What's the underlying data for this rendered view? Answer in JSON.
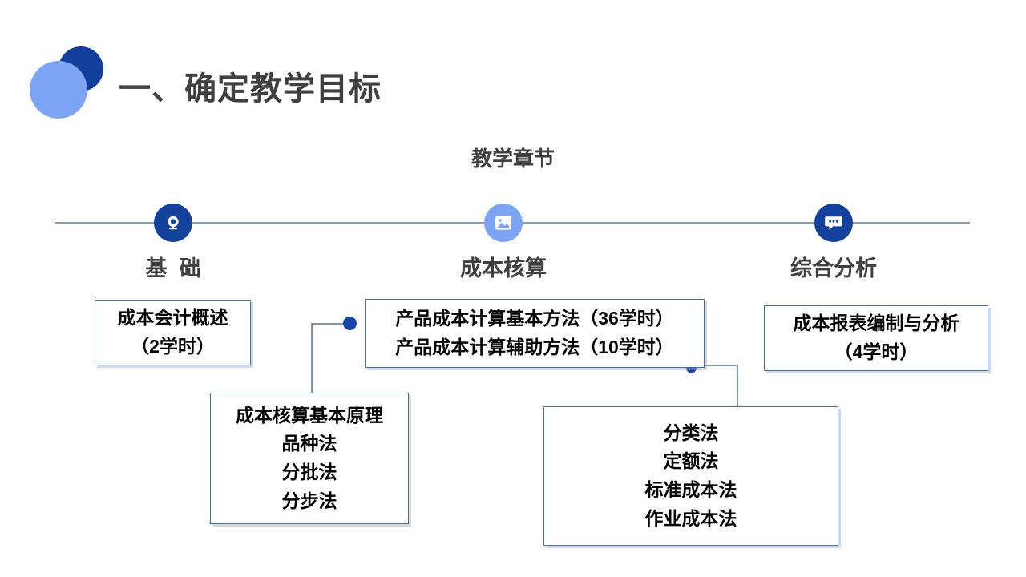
{
  "slide": {
    "title": "一、确定教学目标",
    "section_heading": "教学章节",
    "accent_dark": "#12429b",
    "accent_light": "#7da4f5",
    "axis_color": "#8c9cb8",
    "box_border_color": "#4472a8"
  },
  "timeline": {
    "nodes": [
      {
        "label": "基  础",
        "icon": "webcam-icon",
        "color": "#12429b",
        "style": "dark"
      },
      {
        "label": "成本核算",
        "icon": "image-icon",
        "color": "#7da4f5",
        "style": "light"
      },
      {
        "label": "综合分析",
        "icon": "comment-icon",
        "color": "#12429b",
        "style": "dark"
      }
    ]
  },
  "boxes": {
    "basics": {
      "lines": [
        "成本会计概述",
        "（2学时）"
      ]
    },
    "cost_methods": {
      "lines": [
        "产品成本计算基本方法（36学时）",
        "产品成本计算辅助方法（10学时）"
      ]
    },
    "report": {
      "lines": [
        "成本报表编制与分析",
        "（4学时）"
      ]
    },
    "principles": {
      "lines": [
        "成本核算基本原理",
        "品种法",
        "分批法",
        "分步法"
      ]
    },
    "advanced": {
      "lines": [
        "分类法",
        "定额法",
        "标准成本法",
        "作业成本法"
      ]
    }
  }
}
